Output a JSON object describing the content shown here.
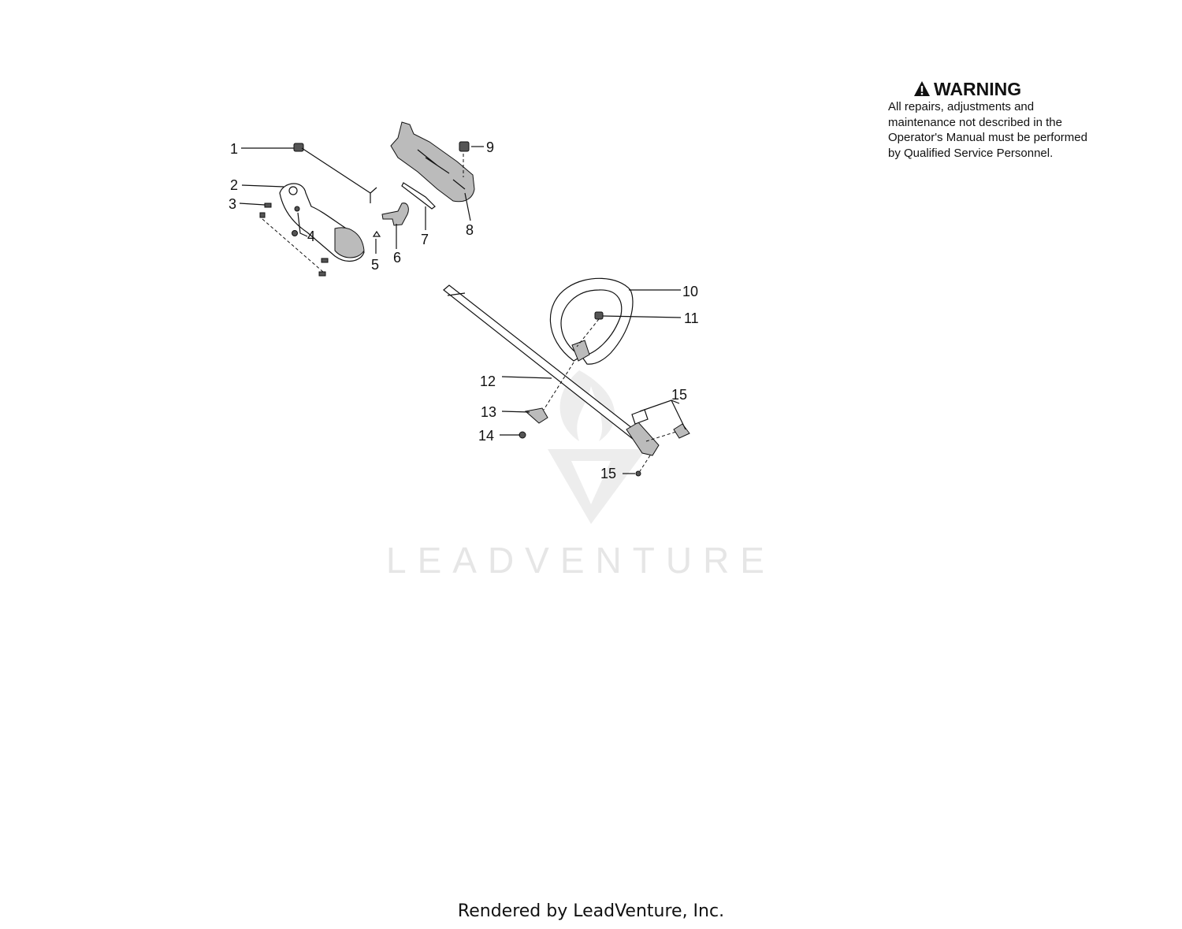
{
  "warning": {
    "title": "WARNING",
    "icon": "warning-triangle-icon",
    "text": "All repairs, adjustments and maintenance not described in the Operator's Manual must be performed by Qualified Service Personnel."
  },
  "callouts": [
    "1",
    "2",
    "3",
    "4",
    "5",
    "6",
    "7",
    "8",
    "9",
    "10",
    "11",
    "12",
    "13",
    "14",
    "15",
    "15"
  ],
  "watermark": {
    "text": "LEADVENTURE"
  },
  "footer": {
    "text": "Rendered by LeadVenture, Inc."
  }
}
